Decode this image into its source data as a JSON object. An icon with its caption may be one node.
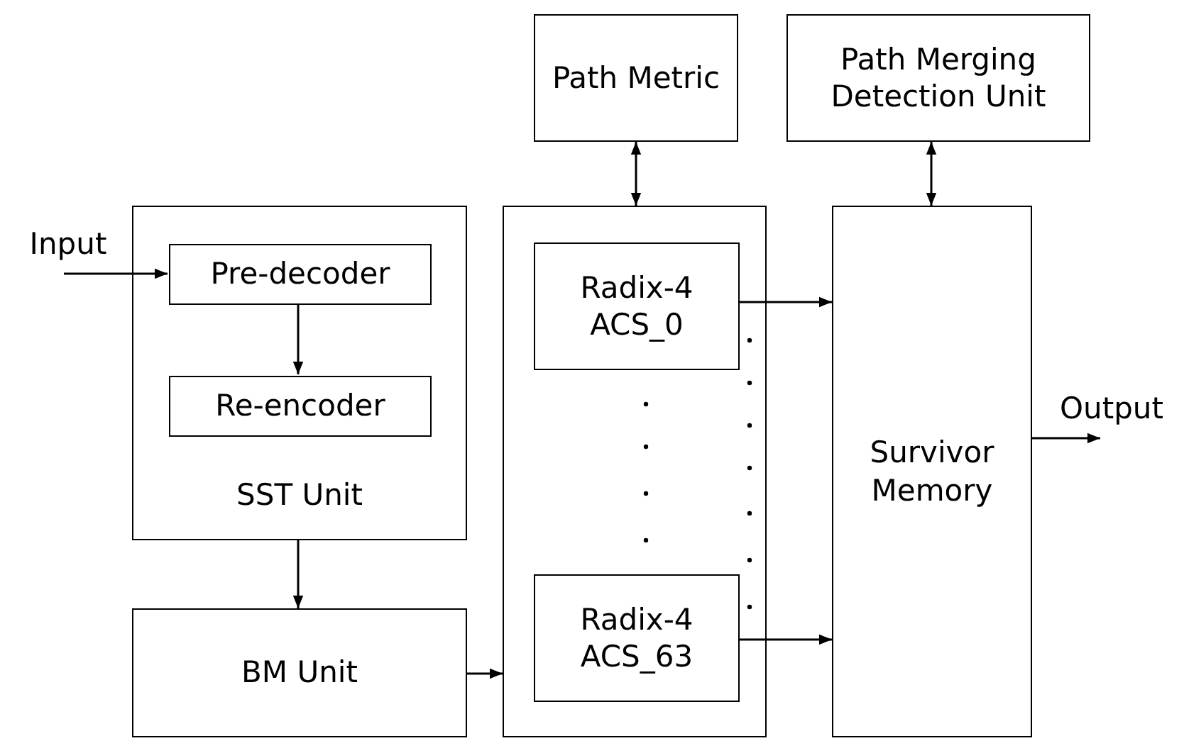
{
  "diagram": {
    "nodes": [
      {
        "text": [
          "SST Unit"
        ]
      },
      {
        "text": [
          "Pre-decoder"
        ],
        "in": 0
      },
      {
        "text": [
          "Re-encoder"
        ],
        "in": 0
      },
      {
        "text": [
          "BM Unit"
        ]
      },
      {
        "text": [],
        "shape": "box"
      },
      {
        "text": [
          "Radix-4 ACS_0"
        ],
        "in": 4
      },
      {
        "text": [
          "Radix-4 ACS_63"
        ],
        "in": 4
      },
      {
        "text": [
          "Path Metric"
        ]
      },
      {
        "text": [
          "Path Merging Detection Unit"
        ]
      },
      {
        "text": [
          "Survivor Memory"
        ]
      },
      {
        "text": [
          "Input"
        ]
      },
      {
        "text": [
          "Output"
        ]
      }
    ],
    "edges": [
      {
        "from": 10,
        "to": 1,
        "arrow": "to"
      },
      {
        "from": 1,
        "to": 2,
        "arrow": "to"
      },
      {
        "from": 0,
        "to": 3,
        "arrow": "to"
      },
      {
        "from": 3,
        "to": 4,
        "arrow": "to"
      },
      {
        "from": 7,
        "to": 4,
        "arrow": "both"
      },
      {
        "from": 8,
        "to": 9,
        "arrow": "both"
      },
      {
        "from": 5,
        "to": 9,
        "arrow": "to"
      },
      {
        "from": 6,
        "to": 9,
        "arrow": "to"
      },
      {
        "from": 9,
        "to": 11,
        "arrow": "to"
      }
    ]
  }
}
